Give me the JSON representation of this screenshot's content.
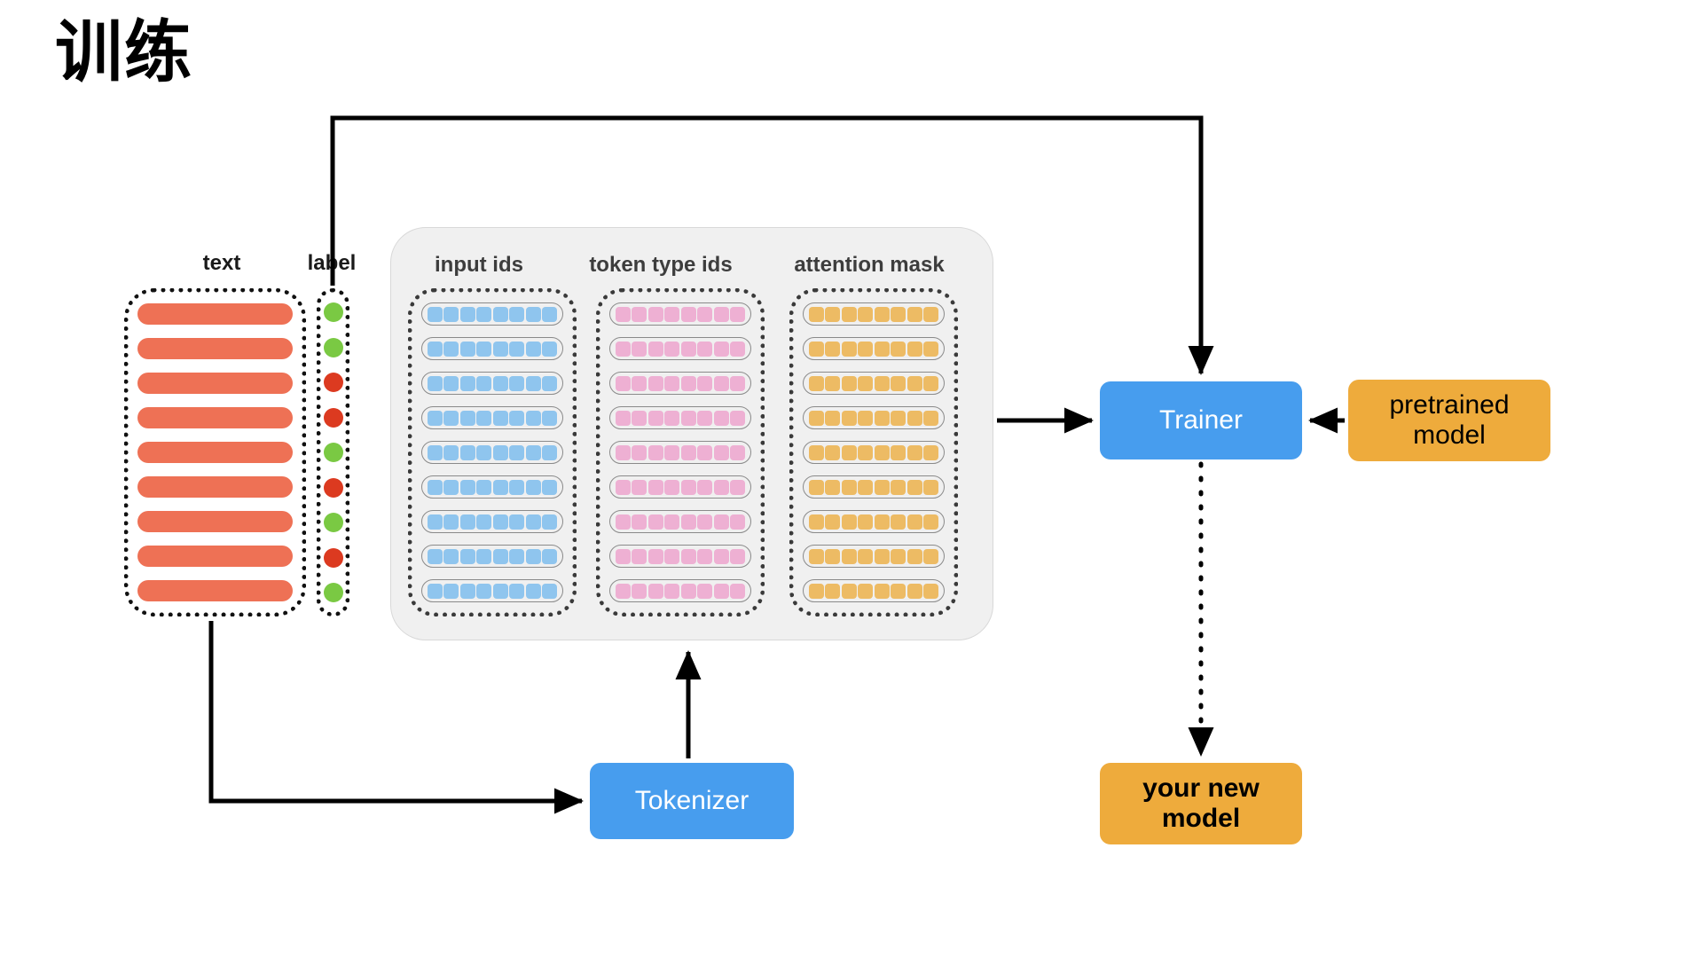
{
  "title": "训练",
  "columns": {
    "text_header": "text",
    "label_header": "label",
    "input_ids_header": "input ids",
    "token_type_ids_header": "token type ids",
    "attention_mask_header": "attention mask"
  },
  "dataset": {
    "row_count": 9,
    "tokens_per_row": 8,
    "text_rows": [
      "",
      "",
      "",
      "",
      "",
      "",
      "",
      "",
      ""
    ],
    "labels": [
      "pos",
      "pos",
      "neg",
      "neg",
      "pos",
      "neg",
      "pos",
      "neg",
      "pos"
    ]
  },
  "nodes": {
    "trainer": "Trainer",
    "tokenizer": "Tokenizer",
    "pretrained_model": "pretrained\nmodel",
    "pretrained_model_line1": "pretrained",
    "pretrained_model_line2": "model",
    "new_model_line1": "your new",
    "new_model_line2": "model"
  },
  "colors": {
    "text_bar": "#ee7155",
    "label_positive": "#7ac943",
    "label_negative": "#dc3a20",
    "input_ids_cell": "#8fc5ee",
    "token_type_cell": "#eeb0d3",
    "attention_mask_cell": "#edbb64",
    "trainer_box": "#479dee",
    "tokenizer_box": "#479dee",
    "pretrained_box": "#eeab3c",
    "new_model_box": "#eeab3c",
    "panel_background": "#f0f0f0",
    "connector": "#000000"
  },
  "edges": [
    {
      "name": "label-to-trainer",
      "style": "solid"
    },
    {
      "name": "features-to-trainer",
      "style": "solid"
    },
    {
      "name": "pretrained-to-trainer",
      "style": "solid"
    },
    {
      "name": "text-to-tokenizer",
      "style": "solid"
    },
    {
      "name": "tokenizer-to-features",
      "style": "solid"
    },
    {
      "name": "trainer-to-new-model",
      "style": "dotted"
    }
  ]
}
